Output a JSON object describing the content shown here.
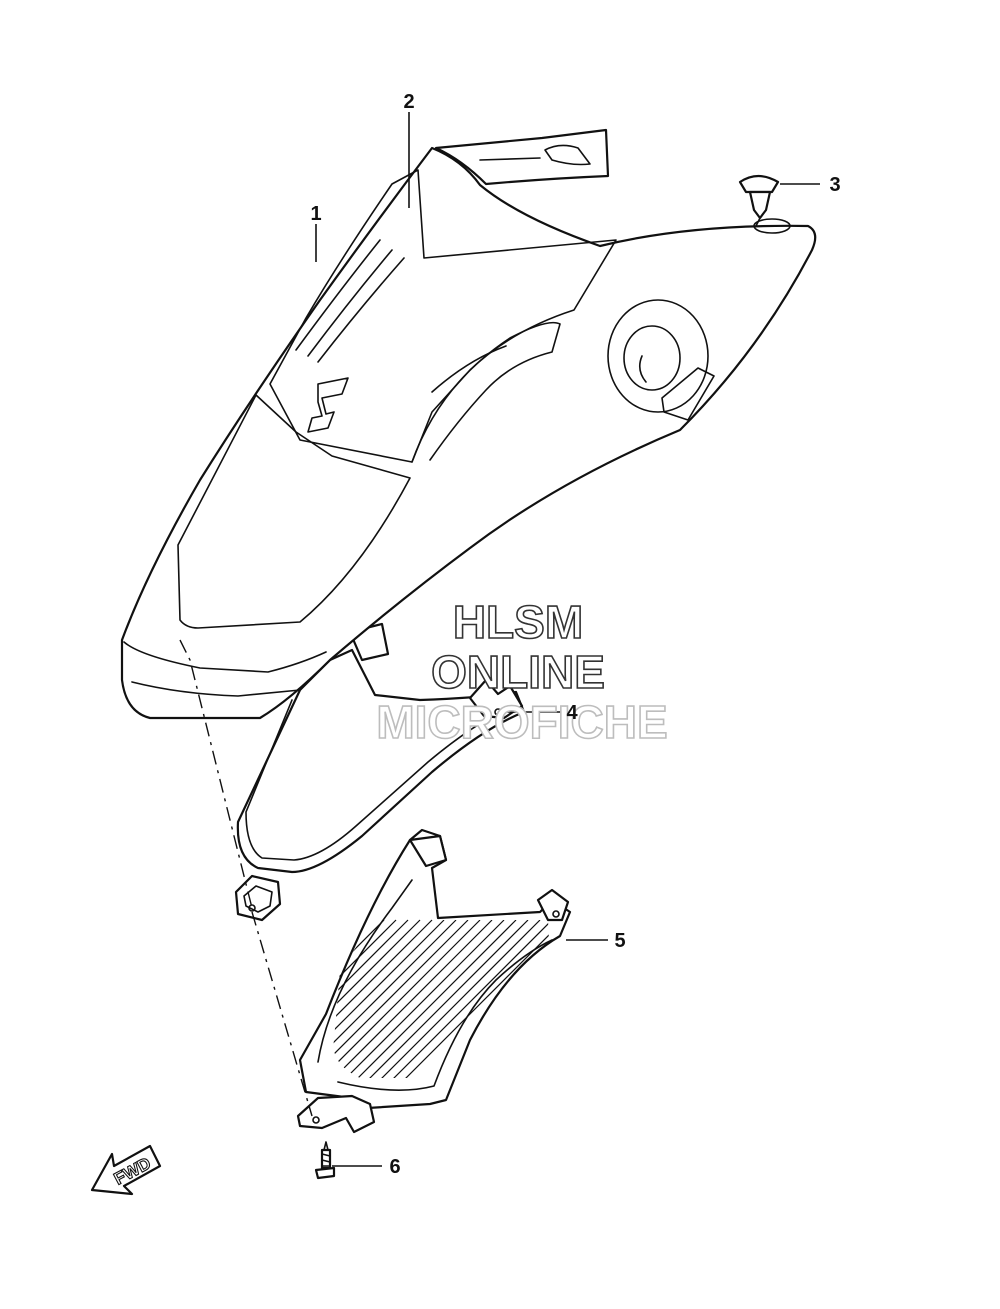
{
  "diagram": {
    "callouts": [
      {
        "id": "1",
        "label": "1"
      },
      {
        "id": "2",
        "label": "2"
      },
      {
        "id": "3",
        "label": "3"
      },
      {
        "id": "4",
        "label": "4"
      },
      {
        "id": "5",
        "label": "5"
      },
      {
        "id": "6",
        "label": "6"
      }
    ],
    "direction_label": "FWD",
    "watermark": [
      "HLSM",
      "ONLINE",
      "MICROFICHE"
    ]
  },
  "colors": {
    "line": "#111111",
    "background": "#ffffff",
    "watermark_outline": "#333333"
  }
}
